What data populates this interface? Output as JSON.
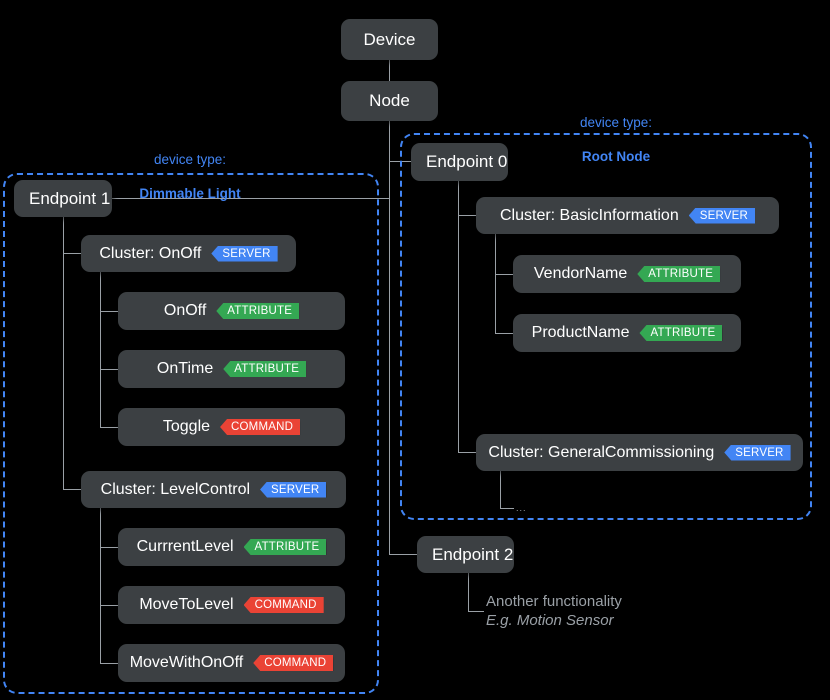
{
  "diagram": {
    "title_nodes": {
      "device": "Device",
      "node": "Node"
    },
    "groups": [
      {
        "id": "dimmable-light",
        "label_top": "device type:",
        "label_main": "Dimmable Light",
        "color": "#4285f4"
      },
      {
        "id": "root-node",
        "label_top": "device type:",
        "label_main": "Root Node",
        "color": "#4285f4"
      }
    ],
    "endpoints": {
      "endpoint0": "Endpoint 0",
      "endpoint1": "Endpoint 1",
      "endpoint2": "Endpoint 2"
    },
    "clusters": {
      "onoff": {
        "label": "Cluster: OnOff",
        "badge": "SERVER"
      },
      "levelcontrol": {
        "label": "Cluster: LevelControl",
        "badge": "SERVER"
      },
      "basicinformation": {
        "label": "Cluster: BasicInformation",
        "badge": "SERVER"
      },
      "generalcommissioning": {
        "label": "Cluster: GeneralCommissioning",
        "badge": "SERVER"
      }
    },
    "items": {
      "onoff_attr": {
        "label": "OnOff",
        "badge": "ATTRIBUTE"
      },
      "ontime_attr": {
        "label": "OnTime",
        "badge": "ATTRIBUTE"
      },
      "toggle_cmd": {
        "label": "Toggle",
        "badge": "COMMAND"
      },
      "currentlevel_attr": {
        "label": "CurrrentLevel",
        "badge": "ATTRIBUTE"
      },
      "movetolevel_cmd": {
        "label": "MoveToLevel",
        "badge": "COMMAND"
      },
      "movewithonoff_cmd": {
        "label": "MoveWithOnOff",
        "badge": "COMMAND"
      },
      "vendorname_attr": {
        "label": "VendorName",
        "badge": "ATTRIBUTE"
      },
      "productname_attr": {
        "label": "ProductName",
        "badge": "ATTRIBUTE"
      }
    },
    "notes": {
      "ellipsis": "...",
      "endpoint2_line1": "Another functionality",
      "endpoint2_line2": "E.g. Motion Sensor"
    },
    "colors": {
      "background": "#000000",
      "box_fill": "#3c4043",
      "connector": "#9aa0a6",
      "accent_blue": "#4285f4",
      "badge_server": "#4285f4",
      "badge_attribute": "#34a853",
      "badge_command": "#ea4335",
      "note_text": "#9aa0a6"
    }
  }
}
